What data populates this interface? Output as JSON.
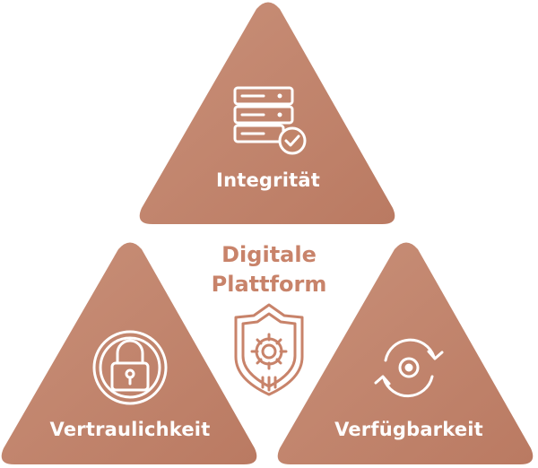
{
  "colors": {
    "triangle_fill_start": "#c99079",
    "triangle_fill_end": "#ba7a62",
    "icon_line": "#ffffff",
    "center_accent": "#c8836a"
  },
  "center": {
    "title_line1": "Digitale",
    "title_line2": "Plattform",
    "icon": "shield-gear-icon"
  },
  "triangles": [
    {
      "label": "Integrität",
      "icon": "server-check-icon",
      "position": "top"
    },
    {
      "label": "Vertraulichkeit",
      "icon": "padlock-icon",
      "position": "bottom-left"
    },
    {
      "label": "Verfügbarkeit",
      "icon": "cycle-arrows-icon",
      "position": "bottom-right"
    }
  ]
}
